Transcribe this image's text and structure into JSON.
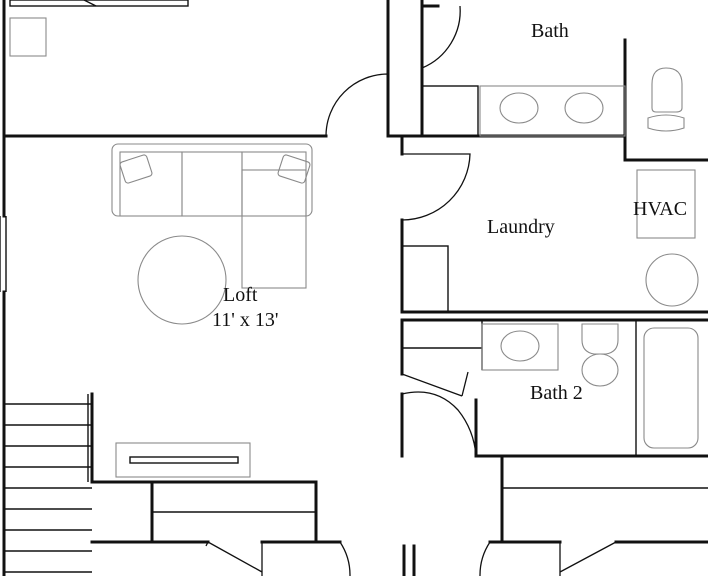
{
  "rooms": {
    "bath": "Bath",
    "laundry": "Laundry",
    "hvac": "HVAC",
    "loft": "Loft",
    "loft_size": "11' x 13'",
    "bath2": "Bath 2"
  }
}
